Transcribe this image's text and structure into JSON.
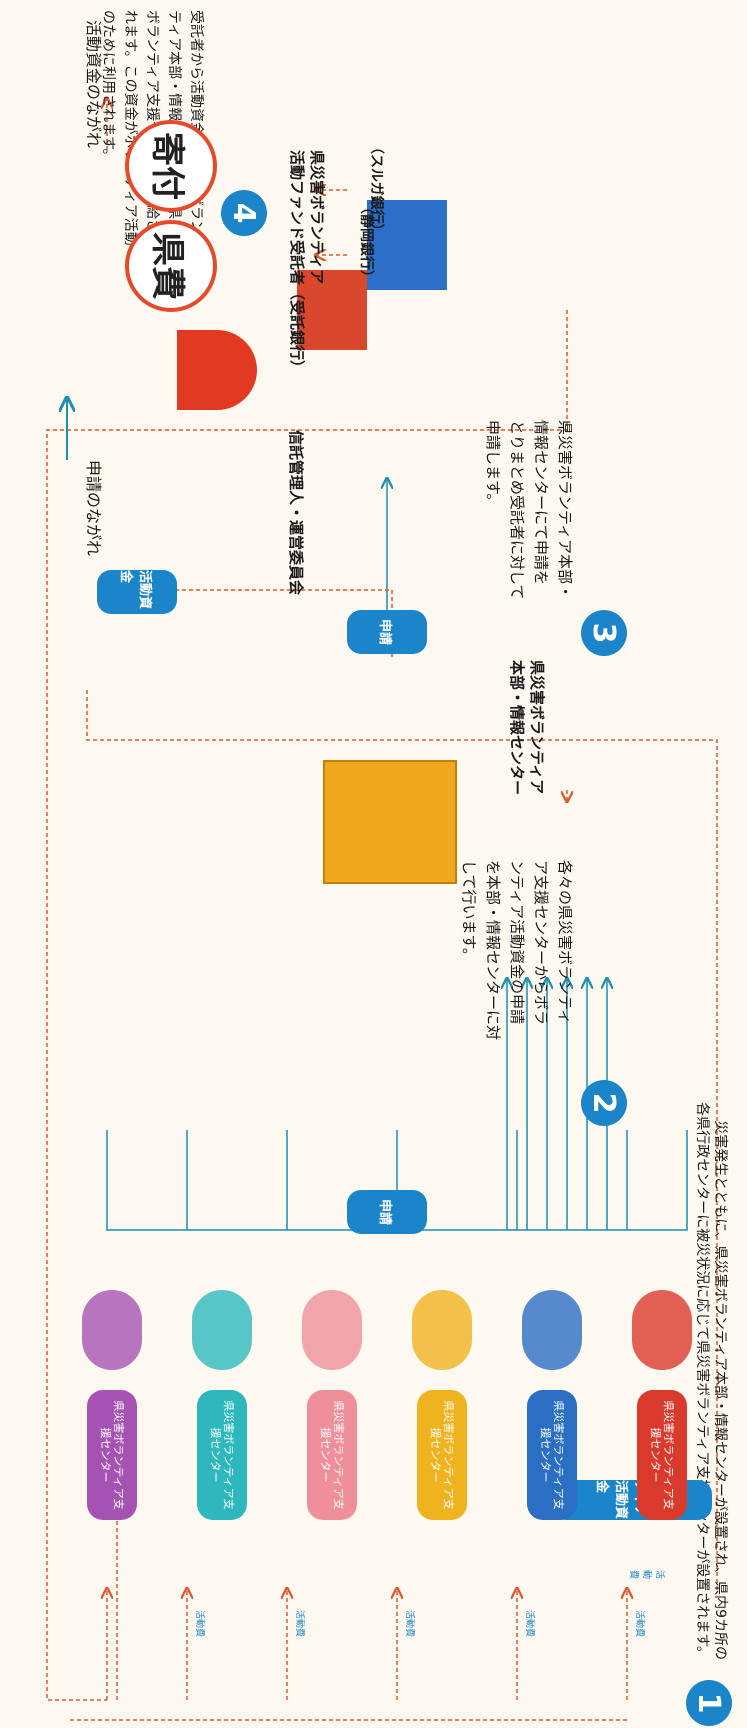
{
  "step1": {
    "num": "1",
    "line1": "災害発生とともに、県災害ボランティア本部・情報センターが設置され、県内9カ所の",
    "line2": "各県行政センターに被災状況に応じて県災害ボランティア支援センターが設置されます。"
  },
  "step2": {
    "num": "2",
    "text": [
      "各々の県災害ボランティ",
      "ア支援センターからボラ",
      "ンティア活動資金の申請",
      "を本部・情報センターに対",
      "して行います。"
    ]
  },
  "step3": {
    "num": "3",
    "text": [
      "県災害ボランティア本部・",
      "情報センターにて申請を",
      "とりまとめ受託者に対して",
      "申請します。"
    ]
  },
  "step4": {
    "num": "4",
    "text": [
      "受託者から活動資金が県災害ボラン",
      "ティア本部・情報センター及び県災害",
      "ボランティア支援センターに支給さ",
      "れます。この資金がボランティア活動",
      "のために利用されます。"
    ]
  },
  "legend": {
    "apply": "申請のながれ",
    "funds": "活動資金のながれ"
  },
  "hq_label": [
    "県災害ボランティア",
    "本部・情報センター"
  ],
  "trustee_label": [
    "県災害ボランティア",
    "活動ファンド受託者（受託銀行）"
  ],
  "bank1": "（静岡銀行）",
  "bank2": "（スルガ銀行）",
  "committee": "信託管理人・運営委員会",
  "pref_fee": "県費",
  "donation": "寄付",
  "tag_apply": "申請",
  "tag_funds": "活動資金",
  "tag_volunteer_funds": "ボランティア活動資金",
  "centers": [
    {
      "name": "県災害ボランティア支援センター",
      "color": "#d93a2c",
      "fee": "活動費"
    },
    {
      "name": "県災害ボランティア支援センター",
      "color": "#2a6fc4",
      "fee": "活動費"
    },
    {
      "name": "県災害ボランティア支援センター",
      "color": "#f0b320",
      "fee": "活動費"
    },
    {
      "name": "県災害ボランティア支援センター",
      "color": "#ef8f9a",
      "fee": "活動費"
    },
    {
      "name": "県災害ボランティア支援センター",
      "color": "#2eb8bd",
      "fee": "活動費"
    },
    {
      "name": "県災害ボランティア支援センター",
      "color": "#a553b3",
      "fee": "活動費"
    }
  ],
  "colors": {
    "apply_line": "#1a8fb0",
    "fund_line": "#e0552a",
    "accent": "#1a86c9"
  }
}
